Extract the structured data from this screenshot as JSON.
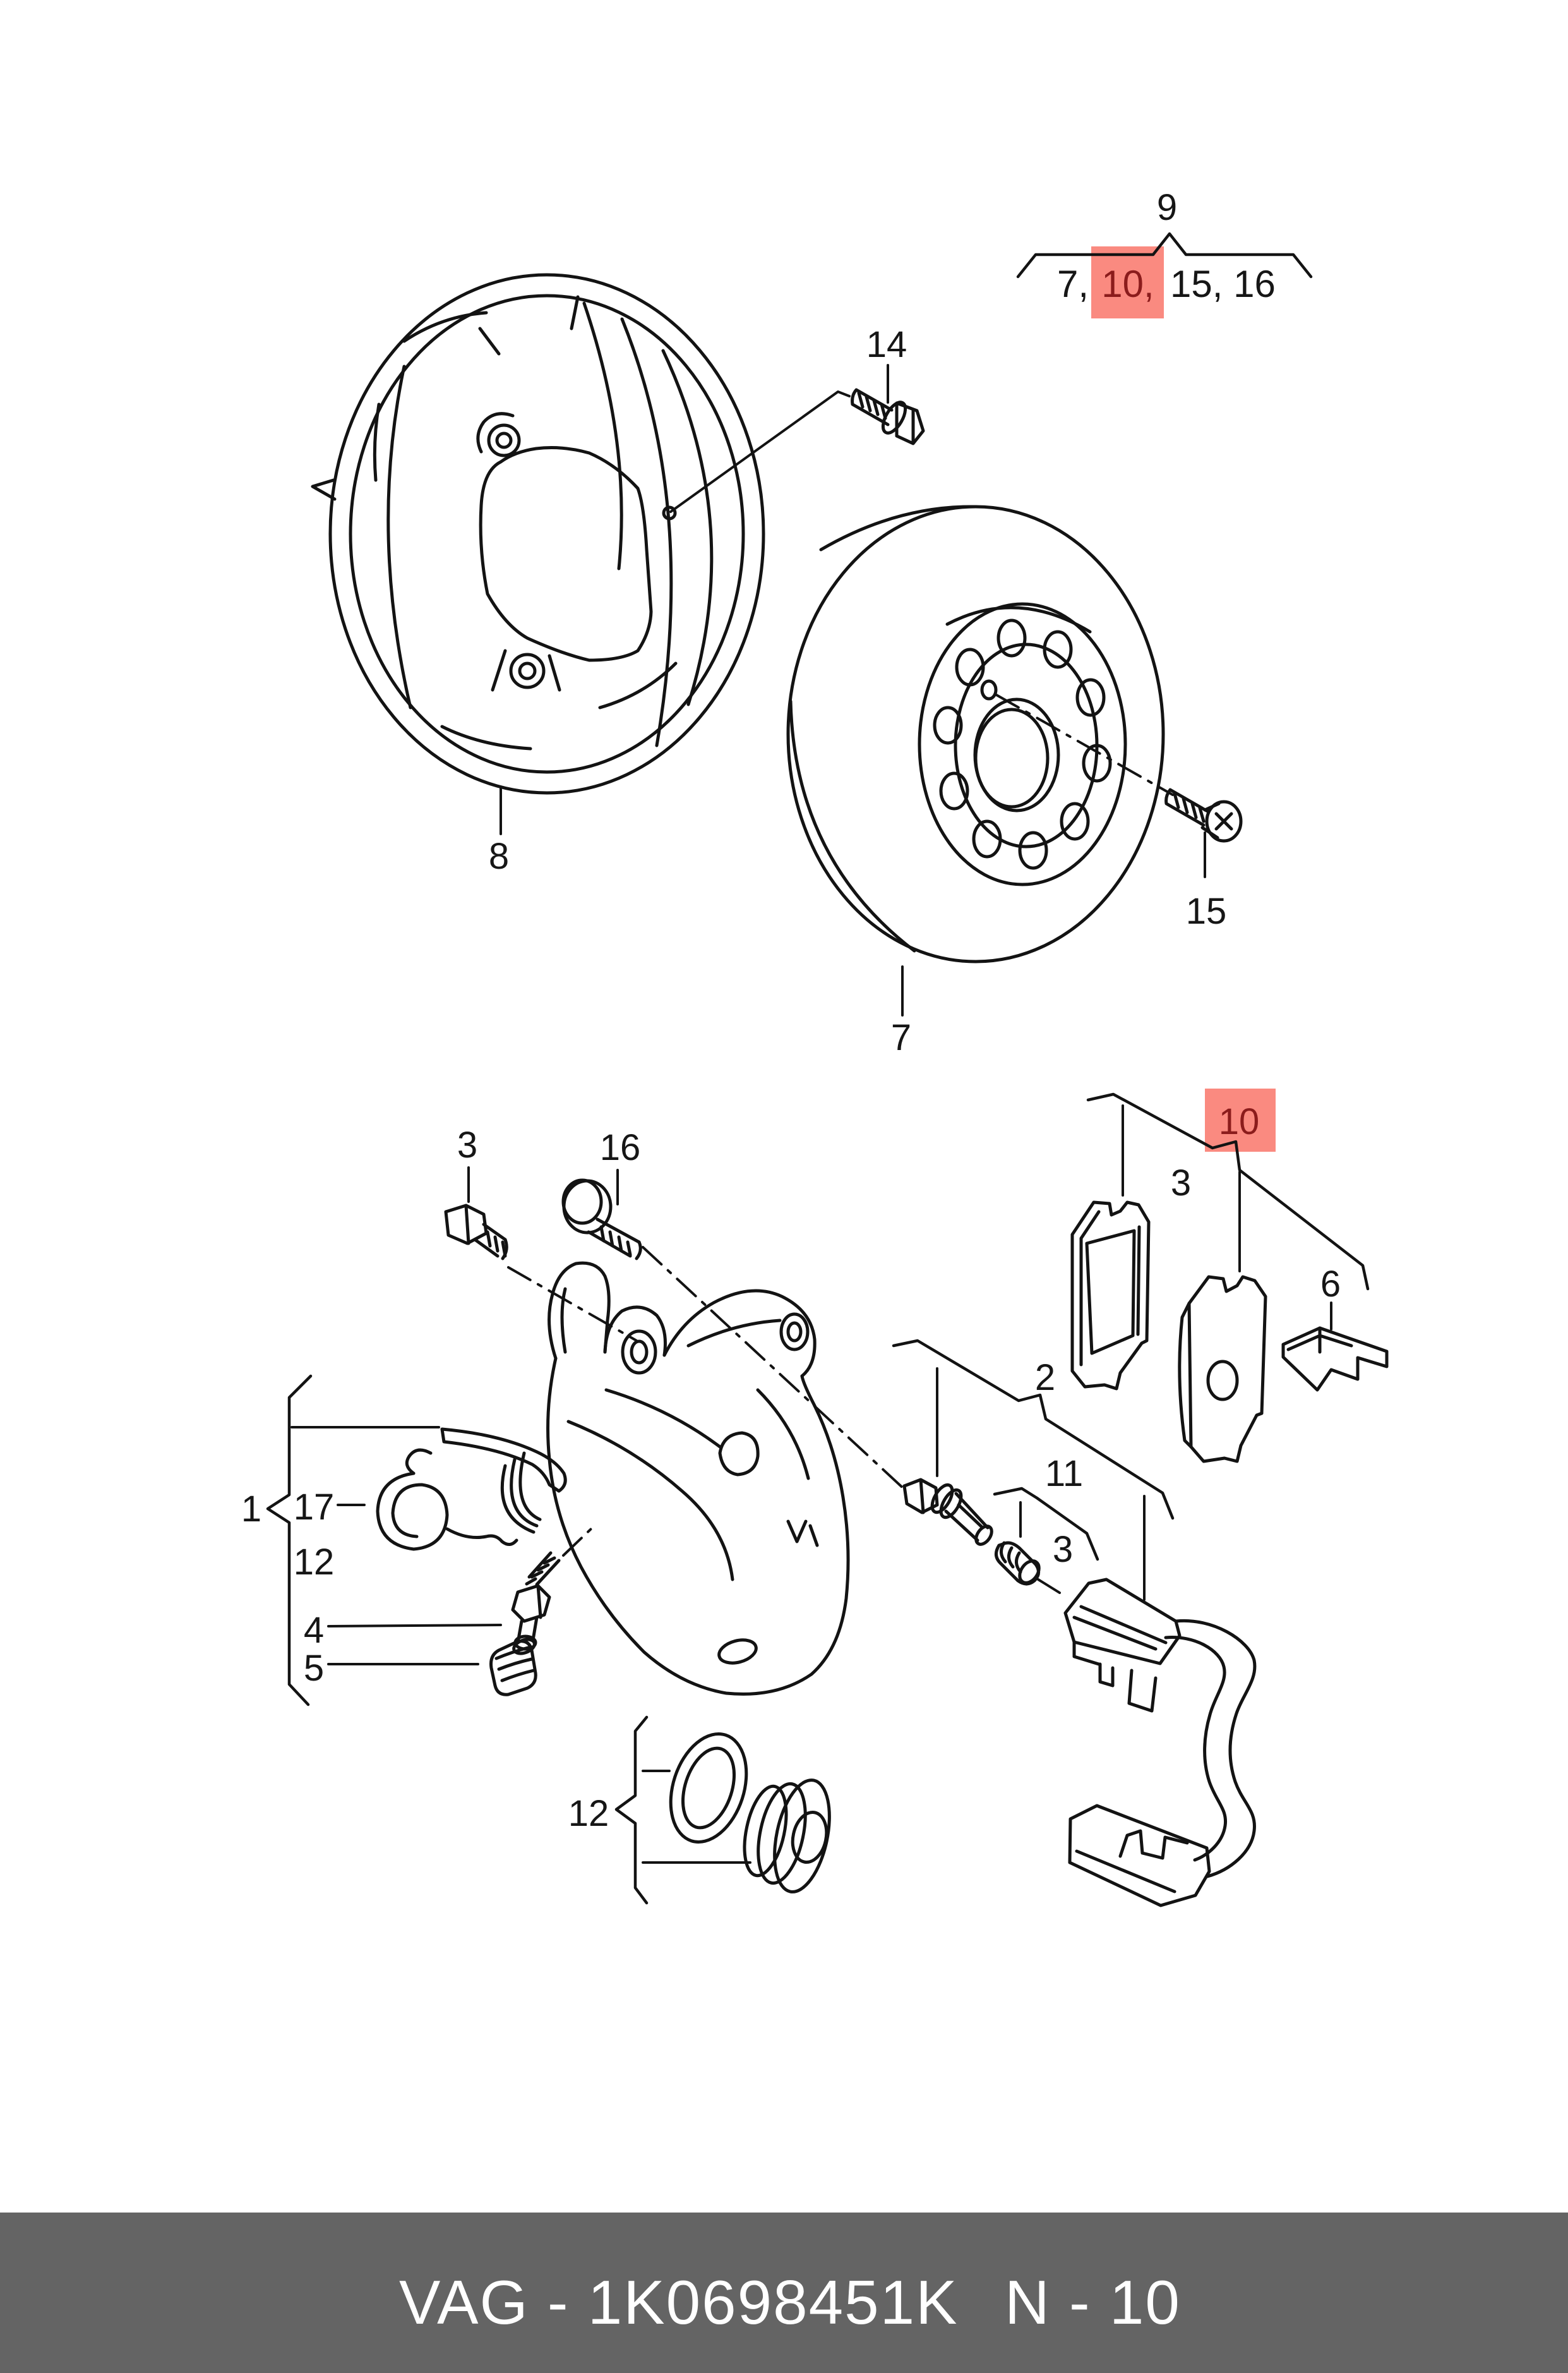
{
  "diagram": {
    "title_note": "exploded brake assembly parts diagram",
    "colors": {
      "highlight": "#fa8a80",
      "highlight_text": "#8b1c1c",
      "line": "#131313",
      "footer_bg": "#646464",
      "footer_text": "#ffffff"
    },
    "group_bracket": {
      "group_number": "9",
      "list_left": "7,",
      "list_highlighted": "10,",
      "list_right": "15, 16"
    },
    "labels": {
      "shield": "8",
      "shield_screw": "14",
      "disc": "7",
      "disc_screw": "15",
      "housing_bolt": "3",
      "carrier_bolt": "16",
      "caliper_assembly": "1",
      "spring": "17",
      "repair_kit": "12",
      "bleeder_valve": "4",
      "dust_cap": "5",
      "seal_kit": "12",
      "guide_pin": "2",
      "bushing_kit": "11",
      "pin_screw": "3",
      "pad_inner": "3",
      "pad_outer": "10",
      "retaining_spring": "6"
    },
    "footer": {
      "catalog_code": "VAG - 1K0698451K",
      "page_code": "N - 10"
    }
  }
}
